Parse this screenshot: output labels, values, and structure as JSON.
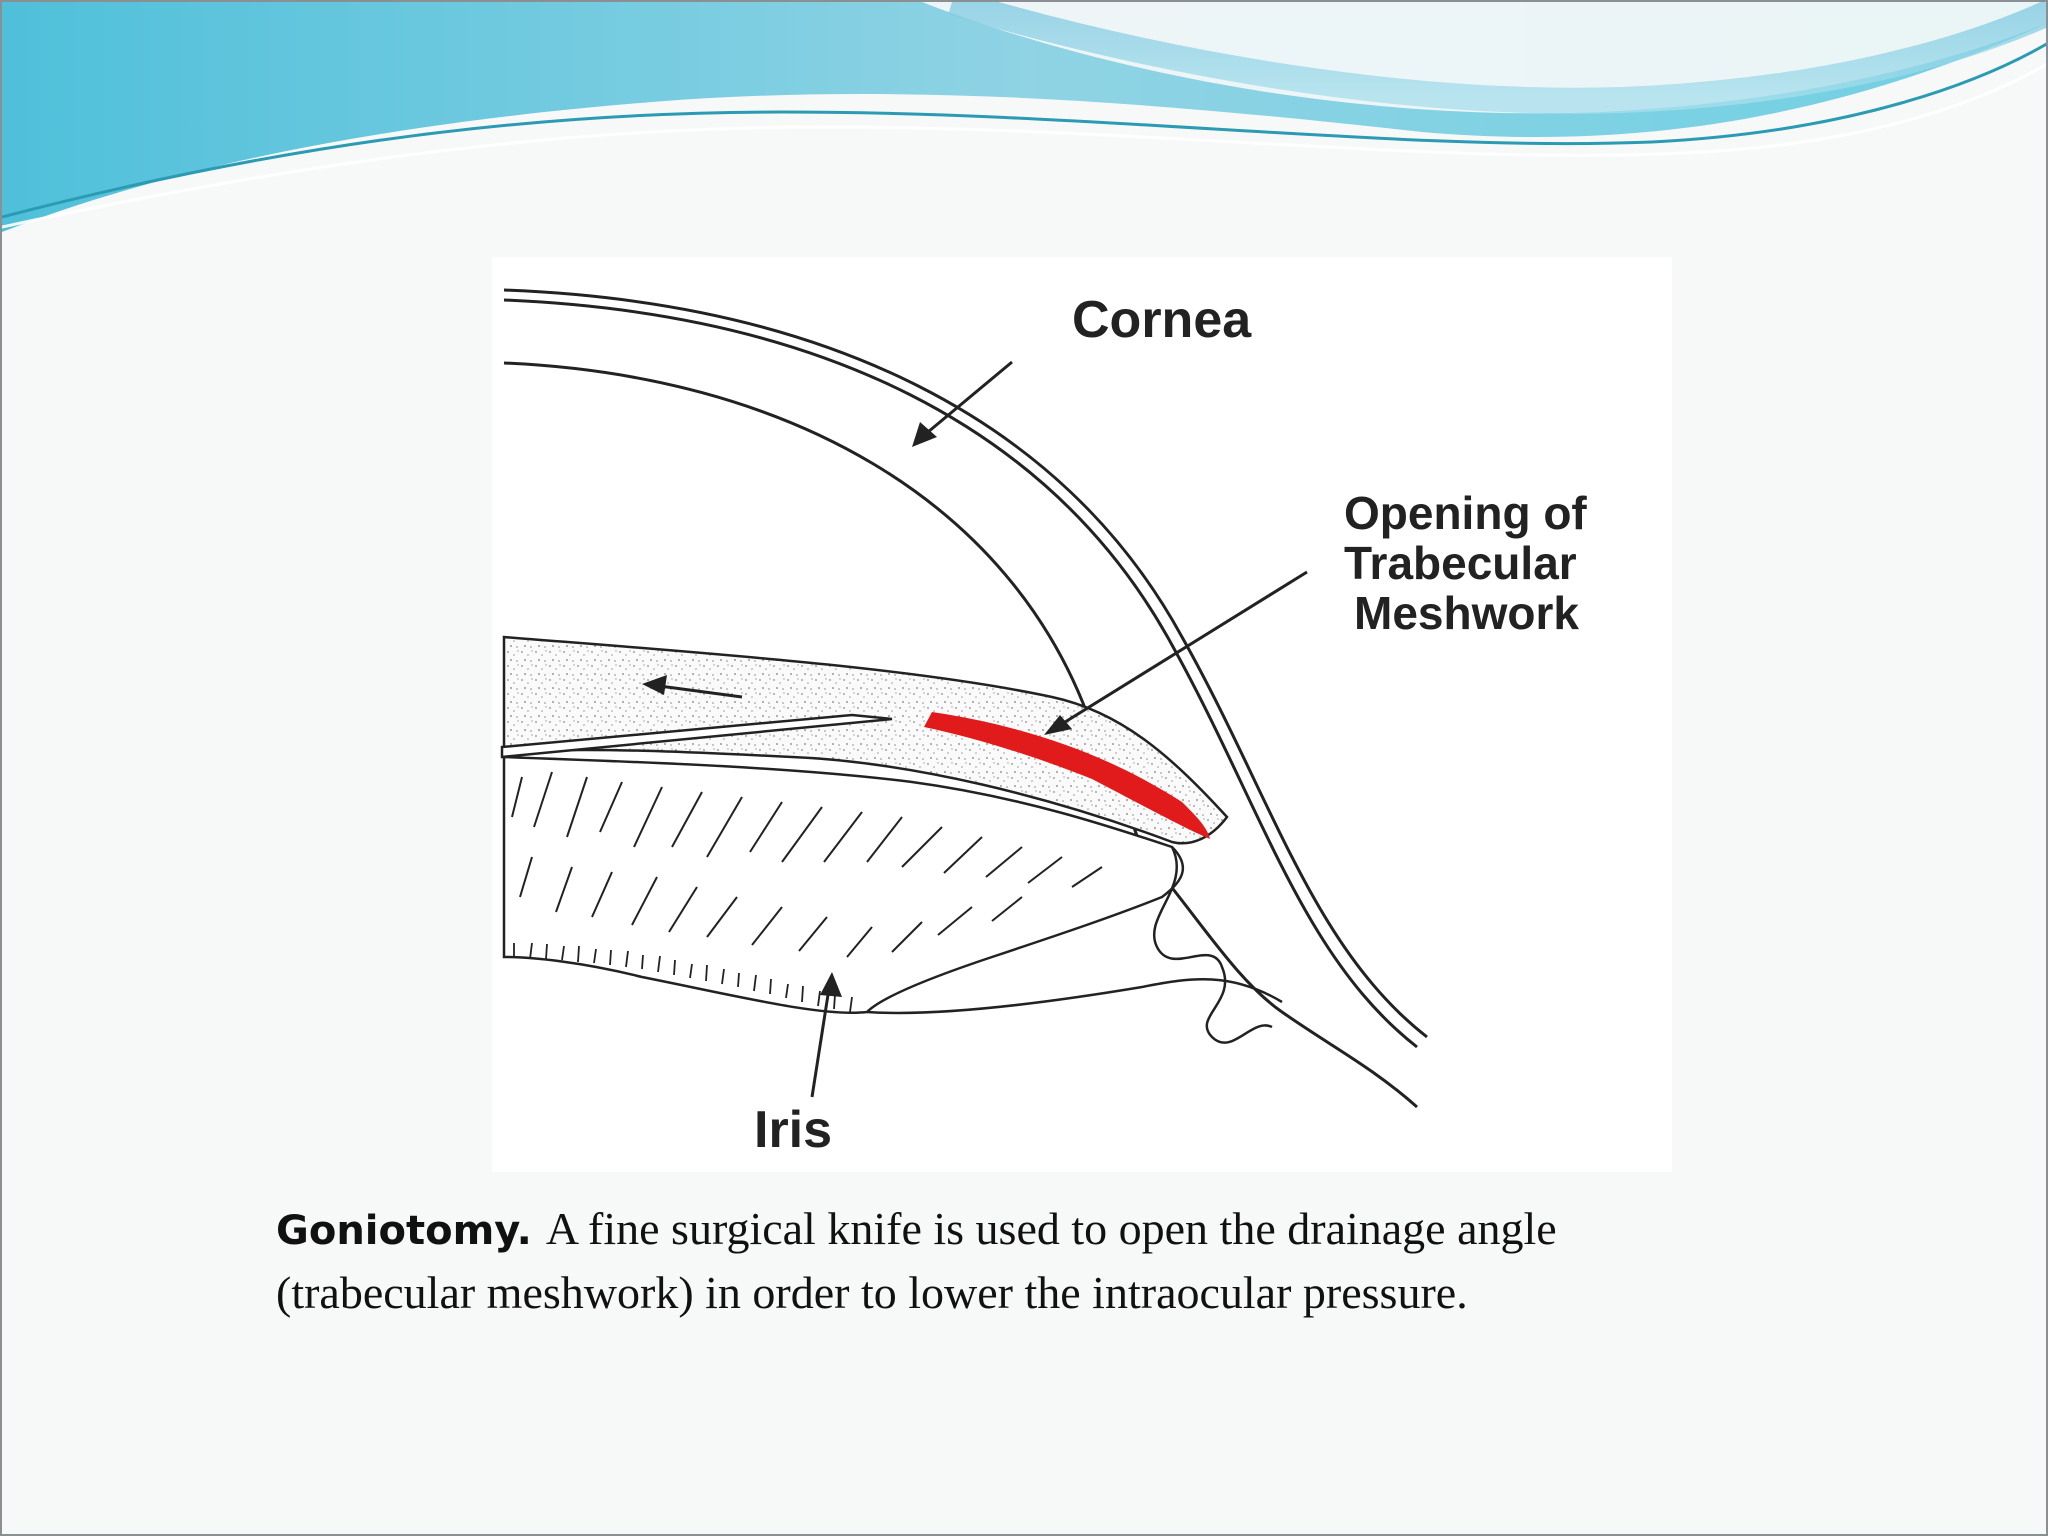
{
  "diagram": {
    "labels": {
      "cornea": "Cornea",
      "opening_line1": "Opening of",
      "opening_line2": "Trabecular",
      "opening_line3": "Meshwork",
      "iris": "Iris"
    },
    "colors": {
      "highlight": "#e11b1b",
      "header_wave": "#5cc6dc",
      "line": "#222222"
    }
  },
  "caption": {
    "term": "Goniotomy.",
    "line1": "A fine surgical knife is used to open the drainage angle",
    "line2": "(trabecular meshwork) in order to lower the intraocular pressure."
  }
}
